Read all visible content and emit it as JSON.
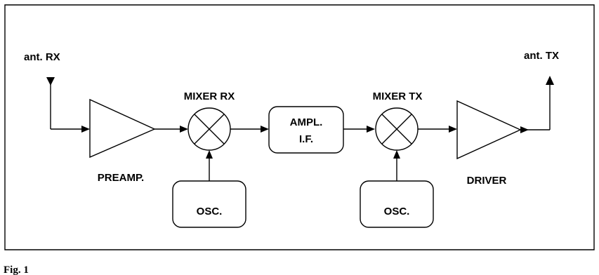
{
  "labels": {
    "ant_rx": "ant. RX",
    "ant_tx": "ant. TX",
    "mixer_rx": "MIXER RX",
    "mixer_tx": "MIXER TX",
    "preamp": "PREAMP.",
    "driver": "DRIVER",
    "ampl_line1": "AMPL.",
    "ampl_line2": "I.F.",
    "osc_rx": "OSC.",
    "osc_tx": "OSC."
  },
  "caption": "Fig. 1",
  "colors": {
    "line": "#000000",
    "background": "#ffffff"
  }
}
